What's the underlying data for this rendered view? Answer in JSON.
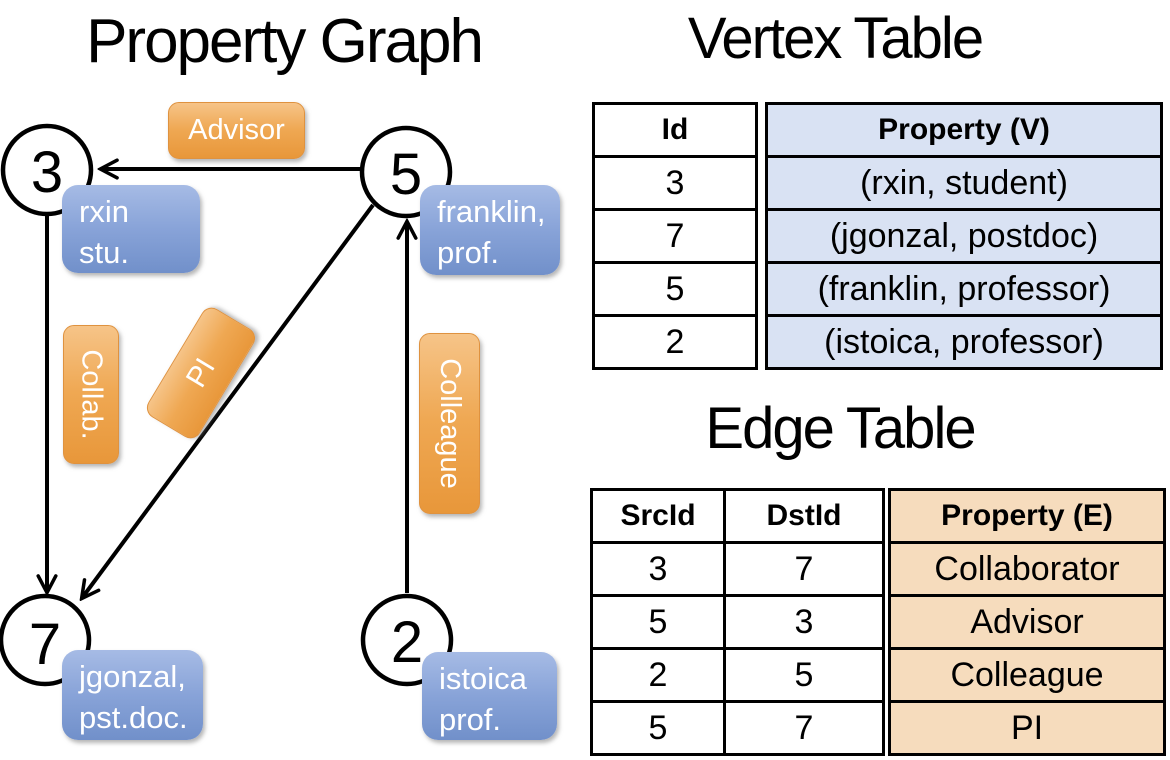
{
  "graph": {
    "title": "Property Graph",
    "nodes": [
      {
        "id": "3",
        "property_lines": [
          "rxin",
          "stu."
        ]
      },
      {
        "id": "5",
        "property_lines": [
          "franklin,",
          "prof."
        ]
      },
      {
        "id": "7",
        "property_lines": [
          "jgonzal,",
          "pst.doc."
        ]
      },
      {
        "id": "2",
        "property_lines": [
          "istoica",
          "prof."
        ]
      }
    ],
    "edge_labels": {
      "advisor": "Advisor",
      "collab": "Collab.",
      "pi": "PI",
      "colleague": "Colleague"
    }
  },
  "vertex_table": {
    "title": "Vertex Table",
    "headers": {
      "id": "Id",
      "property": "Property (V)"
    },
    "rows": [
      {
        "id": "3",
        "property": "(rxin, student)"
      },
      {
        "id": "7",
        "property": "(jgonzal, postdoc)"
      },
      {
        "id": "5",
        "property": "(franklin, professor)"
      },
      {
        "id": "2",
        "property": "(istoica, professor)"
      }
    ]
  },
  "edge_table": {
    "title": "Edge Table",
    "headers": {
      "src": "SrcId",
      "dst": "DstId",
      "property": "Property (E)"
    },
    "rows": [
      {
        "src": "3",
        "dst": "7",
        "property": "Collaborator"
      },
      {
        "src": "5",
        "dst": "3",
        "property": "Advisor"
      },
      {
        "src": "2",
        "dst": "5",
        "property": "Colleague"
      },
      {
        "src": "5",
        "dst": "7",
        "property": "PI"
      }
    ]
  },
  "colors": {
    "edge_label_orange": "#EFA853",
    "vertex_label_blue": "#88A3D8",
    "vertex_cell_bg": "#D9E2F3",
    "edge_cell_bg": "#F6DCBD",
    "line_color": "#000000"
  }
}
